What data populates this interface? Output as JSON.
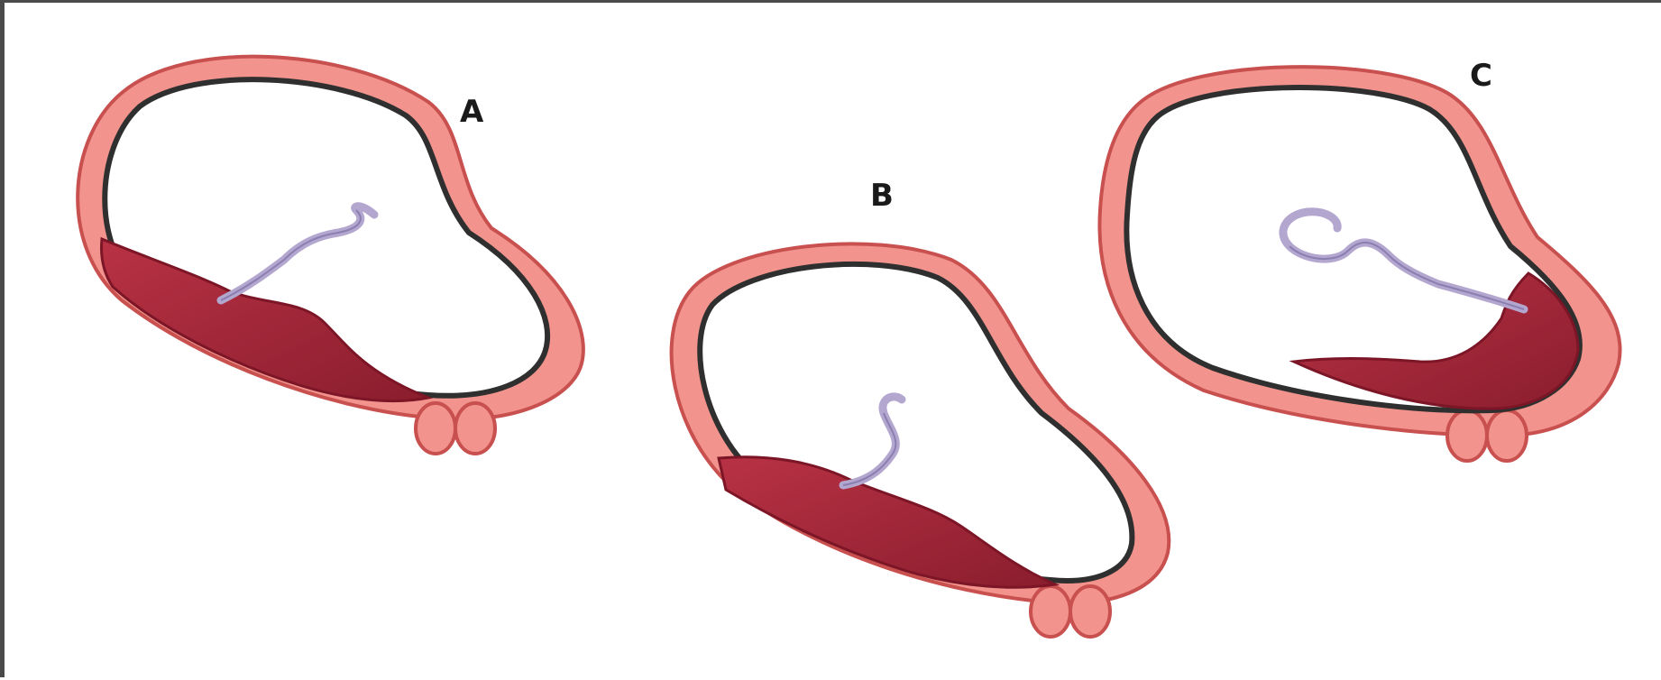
{
  "panels": [
    {
      "id": "a",
      "label": "A",
      "placenta_position": "posterior-lower"
    },
    {
      "id": "b",
      "label": "B",
      "placenta_position": "posterior-lower"
    },
    {
      "id": "c",
      "label": "C",
      "placenta_position": "cervical-os-region"
    }
  ],
  "colors": {
    "uterine_wall": "#f2948d",
    "wall_edge": "#c8504e",
    "cavity_lining": "#2f2f2f",
    "placenta": "#a82a3a",
    "placenta_dark": "#7c1627",
    "umbilical_cord": "#b3a6cf",
    "background": "#ffffff",
    "frame": "#4a4a4a"
  }
}
